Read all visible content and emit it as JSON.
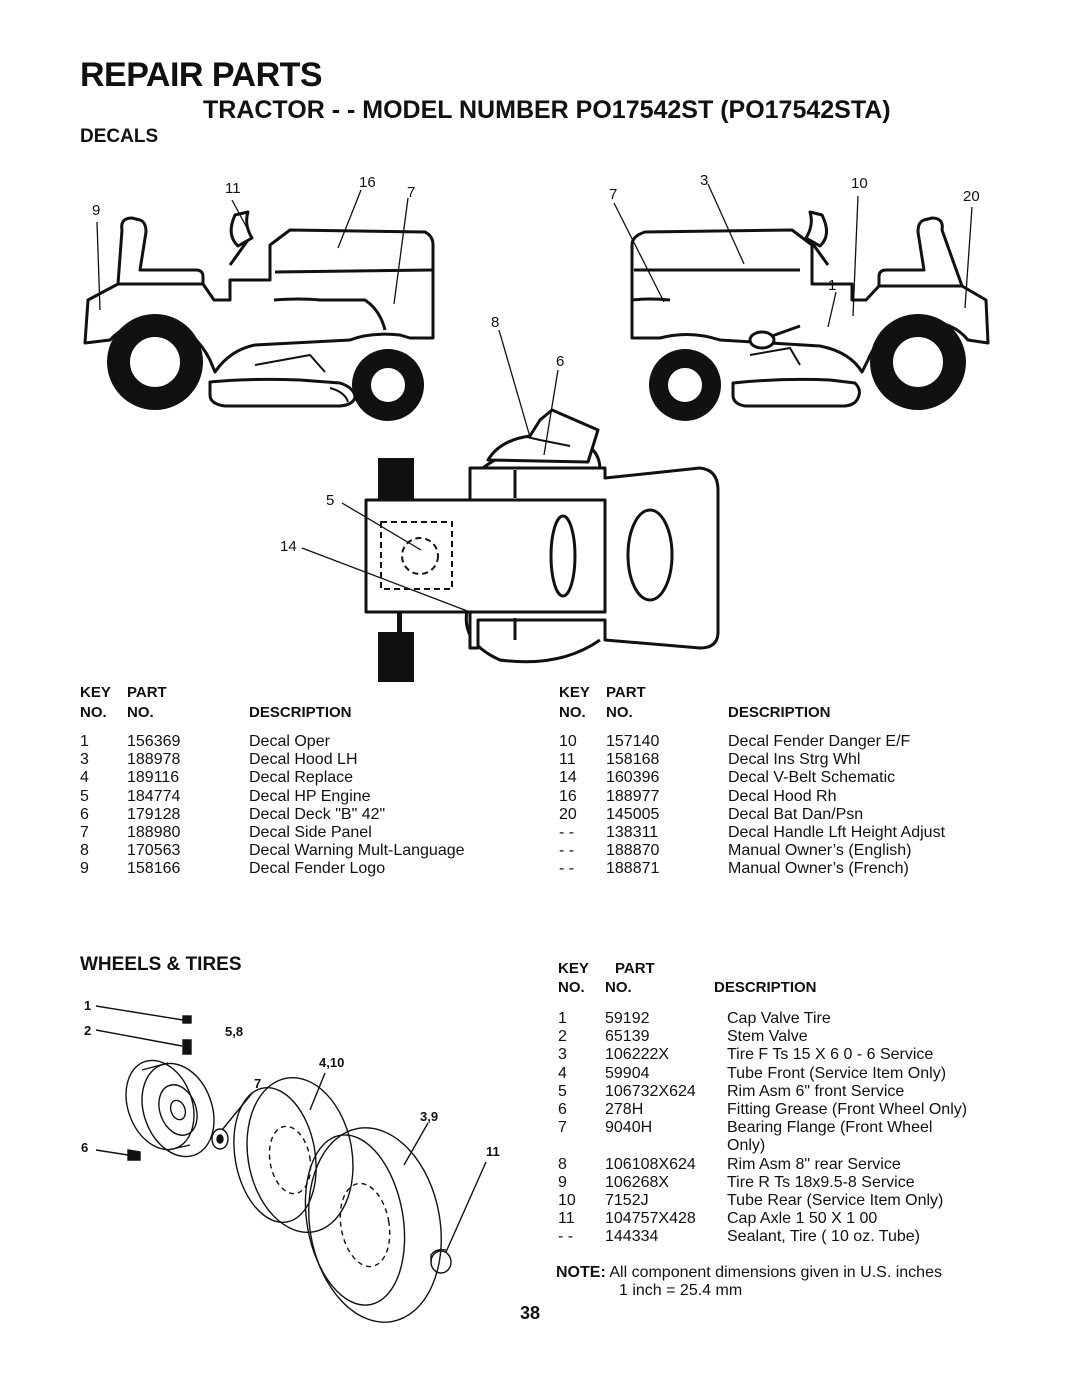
{
  "header": {
    "title": "REPAIR PARTS",
    "subtitle": "TRACTOR - - MODEL NUMBER PO17542ST (PO17542STA)"
  },
  "decals": {
    "section_title": "DECALS",
    "callouts": [
      "11",
      "16",
      "7",
      "9",
      "7",
      "3",
      "10",
      "20",
      "1",
      "8",
      "6",
      "5",
      "14"
    ],
    "table_headers": {
      "key_no": "KEY NO.",
      "key": "KEY",
      "no": "NO.",
      "part": "PART",
      "part_no": "NO.",
      "description": "DESCRIPTION"
    },
    "left_rows": [
      {
        "key": "1",
        "part": "156369",
        "desc": "Decal Oper"
      },
      {
        "key": "3",
        "part": "188978",
        "desc": "Decal Hood LH"
      },
      {
        "key": "4",
        "part": "189116",
        "desc": "Decal Replace"
      },
      {
        "key": "5",
        "part": "184774",
        "desc": "Decal HP Engine"
      },
      {
        "key": "6",
        "part": "179128",
        "desc": "Decal Deck \"B\" 42\""
      },
      {
        "key": "7",
        "part": "188980",
        "desc": "Decal Side Panel"
      },
      {
        "key": "8",
        "part": "170563",
        "desc": "Decal Warning Mult-Language"
      },
      {
        "key": "9",
        "part": "158166",
        "desc": "Decal Fender Logo"
      }
    ],
    "right_rows": [
      {
        "key": "10",
        "part": "157140",
        "desc": "Decal Fender Danger E/F"
      },
      {
        "key": "11",
        "part": "158168",
        "desc": "Decal Ins Strg Whl"
      },
      {
        "key": "14",
        "part": "160396",
        "desc": "Decal V-Belt  Schematic"
      },
      {
        "key": "16",
        "part": "188977",
        "desc": "Decal Hood Rh"
      },
      {
        "key": "20",
        "part": "145005",
        "desc": "Decal Bat Dan/Psn"
      },
      {
        "key": "- -",
        "part": "138311",
        "desc": "Decal Handle Lft Height Adjust"
      },
      {
        "key": "- -",
        "part": "188870",
        "desc": "Manual Owner’s (English)"
      },
      {
        "key": "- -",
        "part": "188871",
        "desc": "Manual Owner’s (French)"
      }
    ]
  },
  "wheels": {
    "section_title": "WHEELS & TIRES",
    "callouts": [
      "1",
      "2",
      "5,8",
      "4,10",
      "7",
      "3,9",
      "6",
      "11"
    ],
    "rows": [
      {
        "key": "1",
        "part": "59192",
        "desc": "Cap Valve Tire"
      },
      {
        "key": "2",
        "part": "65139",
        "desc": "Stem Valve"
      },
      {
        "key": "3",
        "part": "106222X",
        "desc": "Tire F Ts 15 X 6 0 - 6 Service"
      },
      {
        "key": "4",
        "part": "59904",
        "desc": "Tube Front (Service Item Only)"
      },
      {
        "key": "5",
        "part": "106732X624",
        "desc": "Rim Asm 6\" front Service"
      },
      {
        "key": "6",
        "part": "278H",
        "desc": "Fitting Grease (Front Wheel Only)"
      },
      {
        "key": "7",
        "part": "9040H",
        "desc": "Bearing Flange (Front Wheel"
      },
      {
        "key": "",
        "part": "",
        "desc": "Only)"
      },
      {
        "key": "8",
        "part": "106108X624",
        "desc": "Rim Asm 8\" rear Service"
      },
      {
        "key": "9",
        "part": "106268X",
        "desc": "Tire R Ts 18x9.5-8 Service"
      },
      {
        "key": "10",
        "part": "7152J",
        "desc": "Tube Rear (Service Item Only)"
      },
      {
        "key": "11",
        "part": "104757X428",
        "desc": "Cap Axle 1 50 X 1 00"
      },
      {
        "key": "- -",
        "part": "144334",
        "desc": "Sealant, Tire ( 10 oz. Tube)"
      }
    ]
  },
  "note": {
    "label": "NOTE:",
    "line1": "All component dimensions given in U.S. inches",
    "line2": "1 inch = 25.4 mm"
  },
  "page_number": "38"
}
